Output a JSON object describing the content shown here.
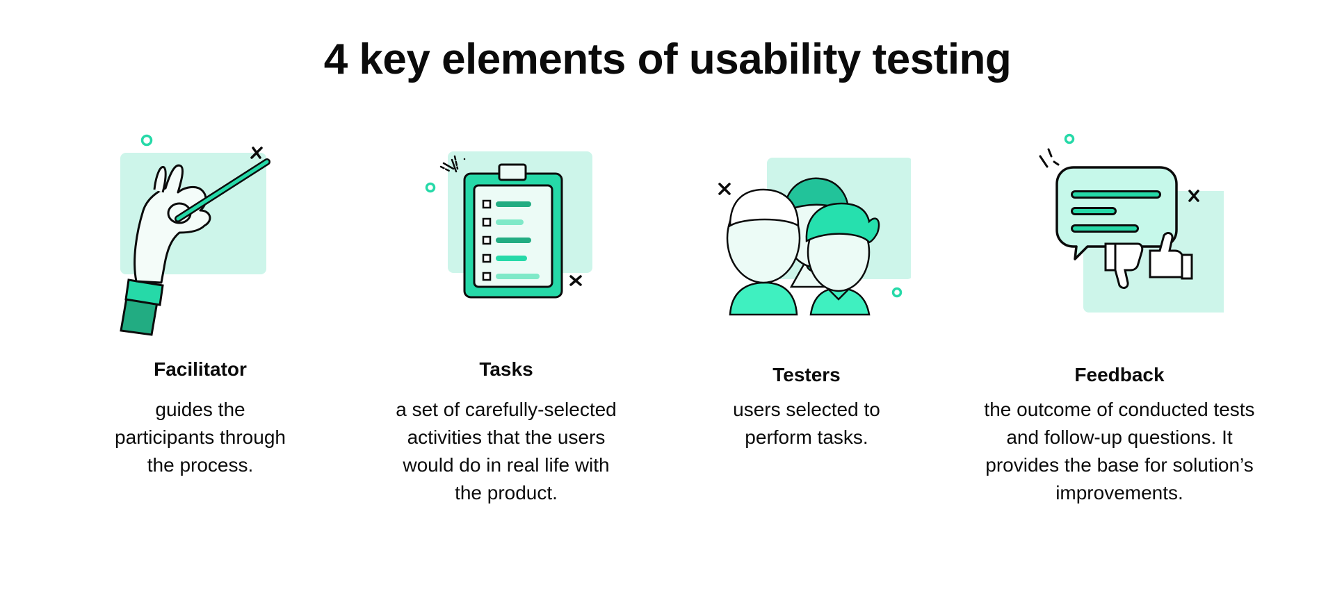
{
  "title": "4 key elements of usability testing",
  "colors": {
    "accent": "#26d9a8",
    "accent_dark": "#22ac82",
    "accent_light": "#cdf5ea",
    "ink": "#0b0b0b"
  },
  "elements": [
    {
      "label": "Facilitator",
      "description": "guides the participants through the process.",
      "icon": "hand-pointer-icon"
    },
    {
      "label": "Tasks",
      "description": "a set of carefully-selected activities that the users would do in real life with the product.",
      "icon": "clipboard-checklist-icon"
    },
    {
      "label": "Testers",
      "description": "users selected to perform tasks.",
      "icon": "users-group-icon"
    },
    {
      "label": "Feedback",
      "description": "the outcome of conducted tests and follow-up questions. It provides the base for solution’s improvements.",
      "icon": "feedback-thumbs-icon"
    }
  ]
}
